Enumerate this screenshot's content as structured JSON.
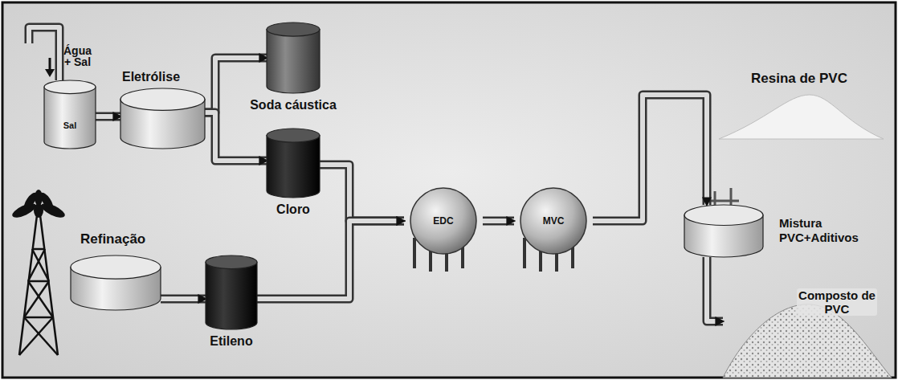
{
  "diagram": {
    "nodes": [
      {
        "text": [
          "Água + Sal",
          "Sal"
        ]
      },
      {
        "text": [
          "Eletrólise"
        ]
      },
      {
        "text": [
          "Soda cáustica"
        ]
      },
      {
        "text": [
          "Cloro"
        ]
      },
      {
        "text": [
          "Refinação"
        ]
      },
      {
        "text": [
          "Etileno"
        ]
      },
      {
        "text": [
          "EDC"
        ]
      },
      {
        "text": [
          "MVC"
        ]
      },
      {
        "text": [
          "Resina de PVC"
        ]
      },
      {
        "text": [
          "Mistura PVC+Aditivos"
        ]
      },
      {
        "text": [
          "Composto de PVC"
        ]
      }
    ],
    "edges": [
      {
        "from": 0,
        "to": 1,
        "arrow": "to"
      },
      {
        "from": 1,
        "to": 2,
        "arrow": "to"
      },
      {
        "from": 1,
        "to": 3,
        "arrow": "to"
      },
      {
        "from": 4,
        "to": 5,
        "arrow": "to"
      },
      {
        "from": 3,
        "to": 6,
        "arrow": "to"
      },
      {
        "from": 5,
        "to": 6,
        "arrow": "to"
      },
      {
        "from": 6,
        "to": 7,
        "arrow": "to"
      },
      {
        "from": 7,
        "to": 9,
        "arrow": "to"
      },
      {
        "from": 9,
        "to": 10,
        "arrow": "to"
      }
    ]
  }
}
